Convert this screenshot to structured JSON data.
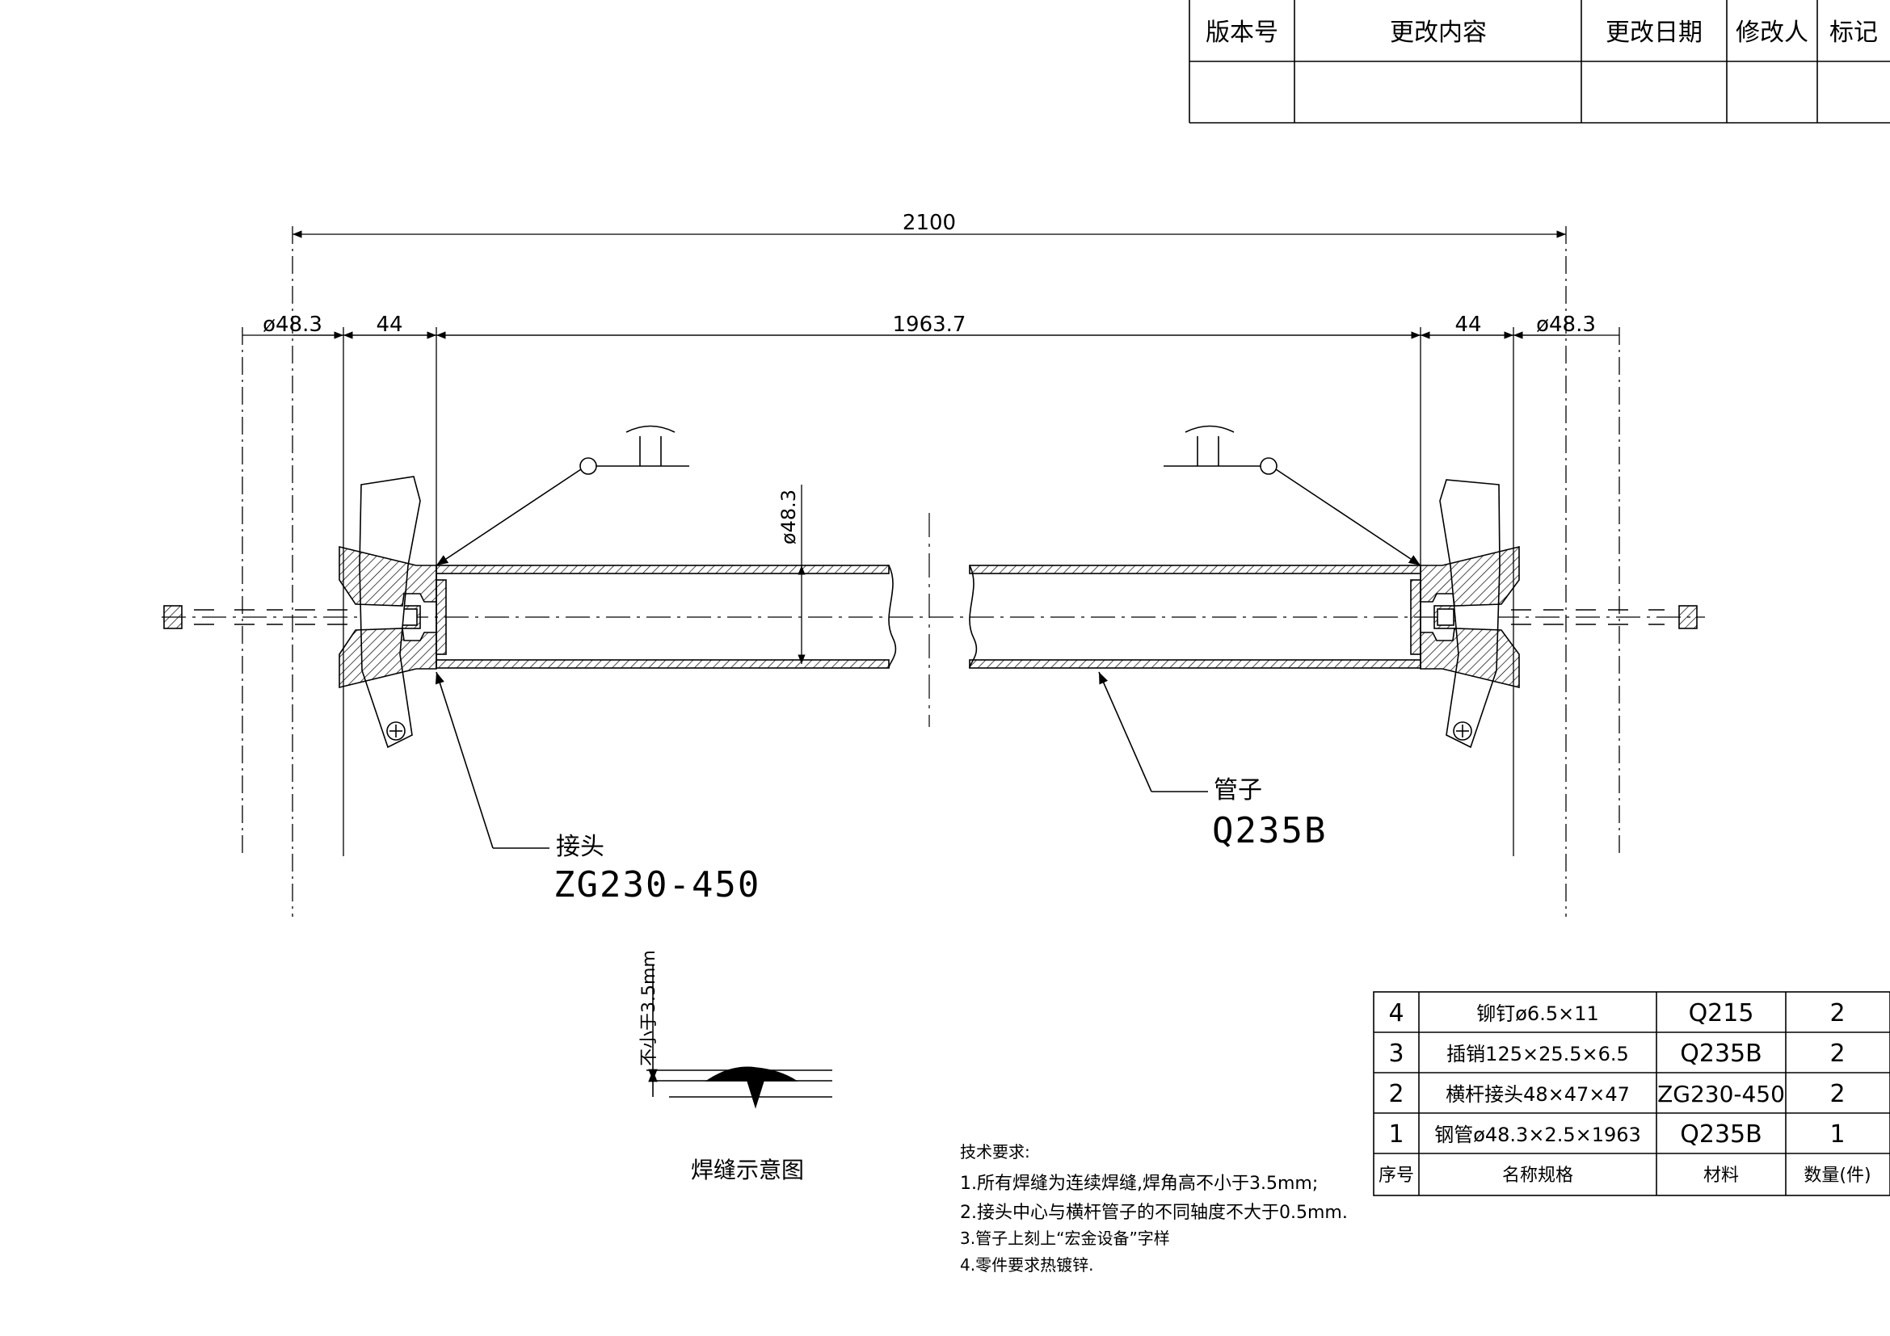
{
  "revision_table": {
    "headers": [
      "版本号",
      "更改内容",
      "更改日期",
      "修改人",
      "标记"
    ]
  },
  "dimensions": {
    "overall": "2100",
    "left_dia": "ø48.3",
    "left_offset": "44",
    "middle": "1963.7",
    "right_offset": "44",
    "right_dia": "ø48.3",
    "pipe_dia": "ø48.3"
  },
  "callouts": {
    "joint_name": "接头",
    "joint_material": "ZG230-450",
    "pipe_name": "管子",
    "pipe_material": "Q235B"
  },
  "weld_detail": {
    "height_label": "不小于3.5mm",
    "caption": "焊缝示意图"
  },
  "tech_requirements": {
    "title": "技术要求:",
    "items": [
      "1.所有焊缝为连续焊缝,焊角高不小于3.5mm;",
      "2.接头中心与横杆管子的不同轴度不大于0.5mm.",
      "3.管子上刻上“宏金设备”字样",
      "4.零件要求热镀锌."
    ]
  },
  "parts_list": {
    "rows": [
      {
        "no": "4",
        "name": "铆钉ø6.5×11",
        "material": "Q215",
        "qty": "2"
      },
      {
        "no": "3",
        "name": "插销125×25.5×6.5",
        "material": "Q235B",
        "qty": "2"
      },
      {
        "no": "2",
        "name": "横杆接头48×47×47",
        "material": "ZG230-450",
        "qty": "2"
      },
      {
        "no": "1",
        "name": "钢管ø48.3×2.5×1963",
        "material": "Q235B",
        "qty": "1"
      }
    ],
    "header": {
      "no": "序号",
      "name": "名称规格",
      "material": "材料",
      "qty": "数量(件)"
    }
  }
}
